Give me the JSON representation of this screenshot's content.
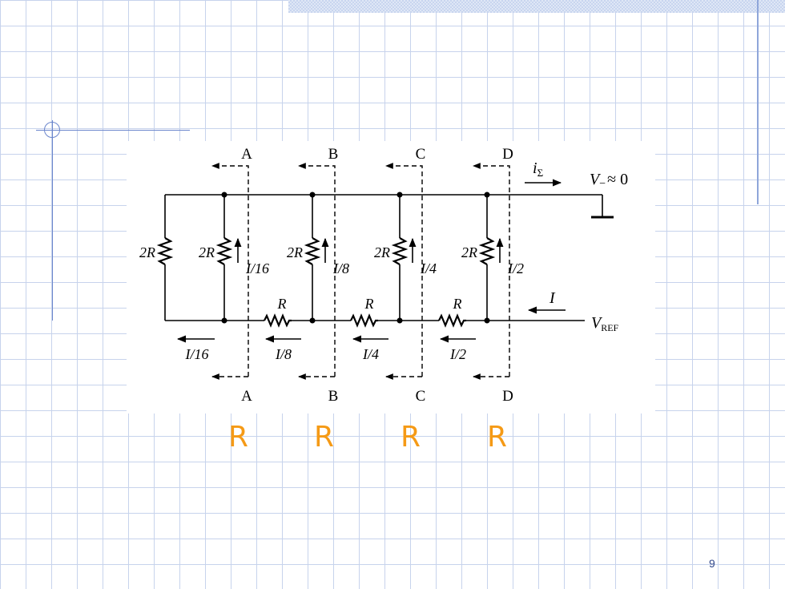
{
  "slide": {
    "page_number": "9"
  },
  "sections": {
    "top": [
      "A",
      "B",
      "C",
      "D"
    ],
    "bottom": [
      "A",
      "B",
      "C",
      "D"
    ]
  },
  "circuit": {
    "vertical_resistors": [
      "2R",
      "2R",
      "2R",
      "2R",
      "2R"
    ],
    "branch_currents": [
      "I/16",
      "I/8",
      "I/4",
      "I/2"
    ],
    "series_resistors": [
      "R",
      "R",
      "R"
    ],
    "bottom_currents": [
      "I/16",
      "I/8",
      "I/4",
      "I/2"
    ],
    "sum_current": {
      "base": "i",
      "sub": "Σ"
    },
    "virtual_ground": {
      "base": "V",
      "sub": "−",
      "rel": "≈ 0"
    },
    "input_current": "I",
    "reference": {
      "base": "V",
      "sub": "REF"
    }
  },
  "annotations": [
    "R",
    "R",
    "R",
    "R"
  ]
}
